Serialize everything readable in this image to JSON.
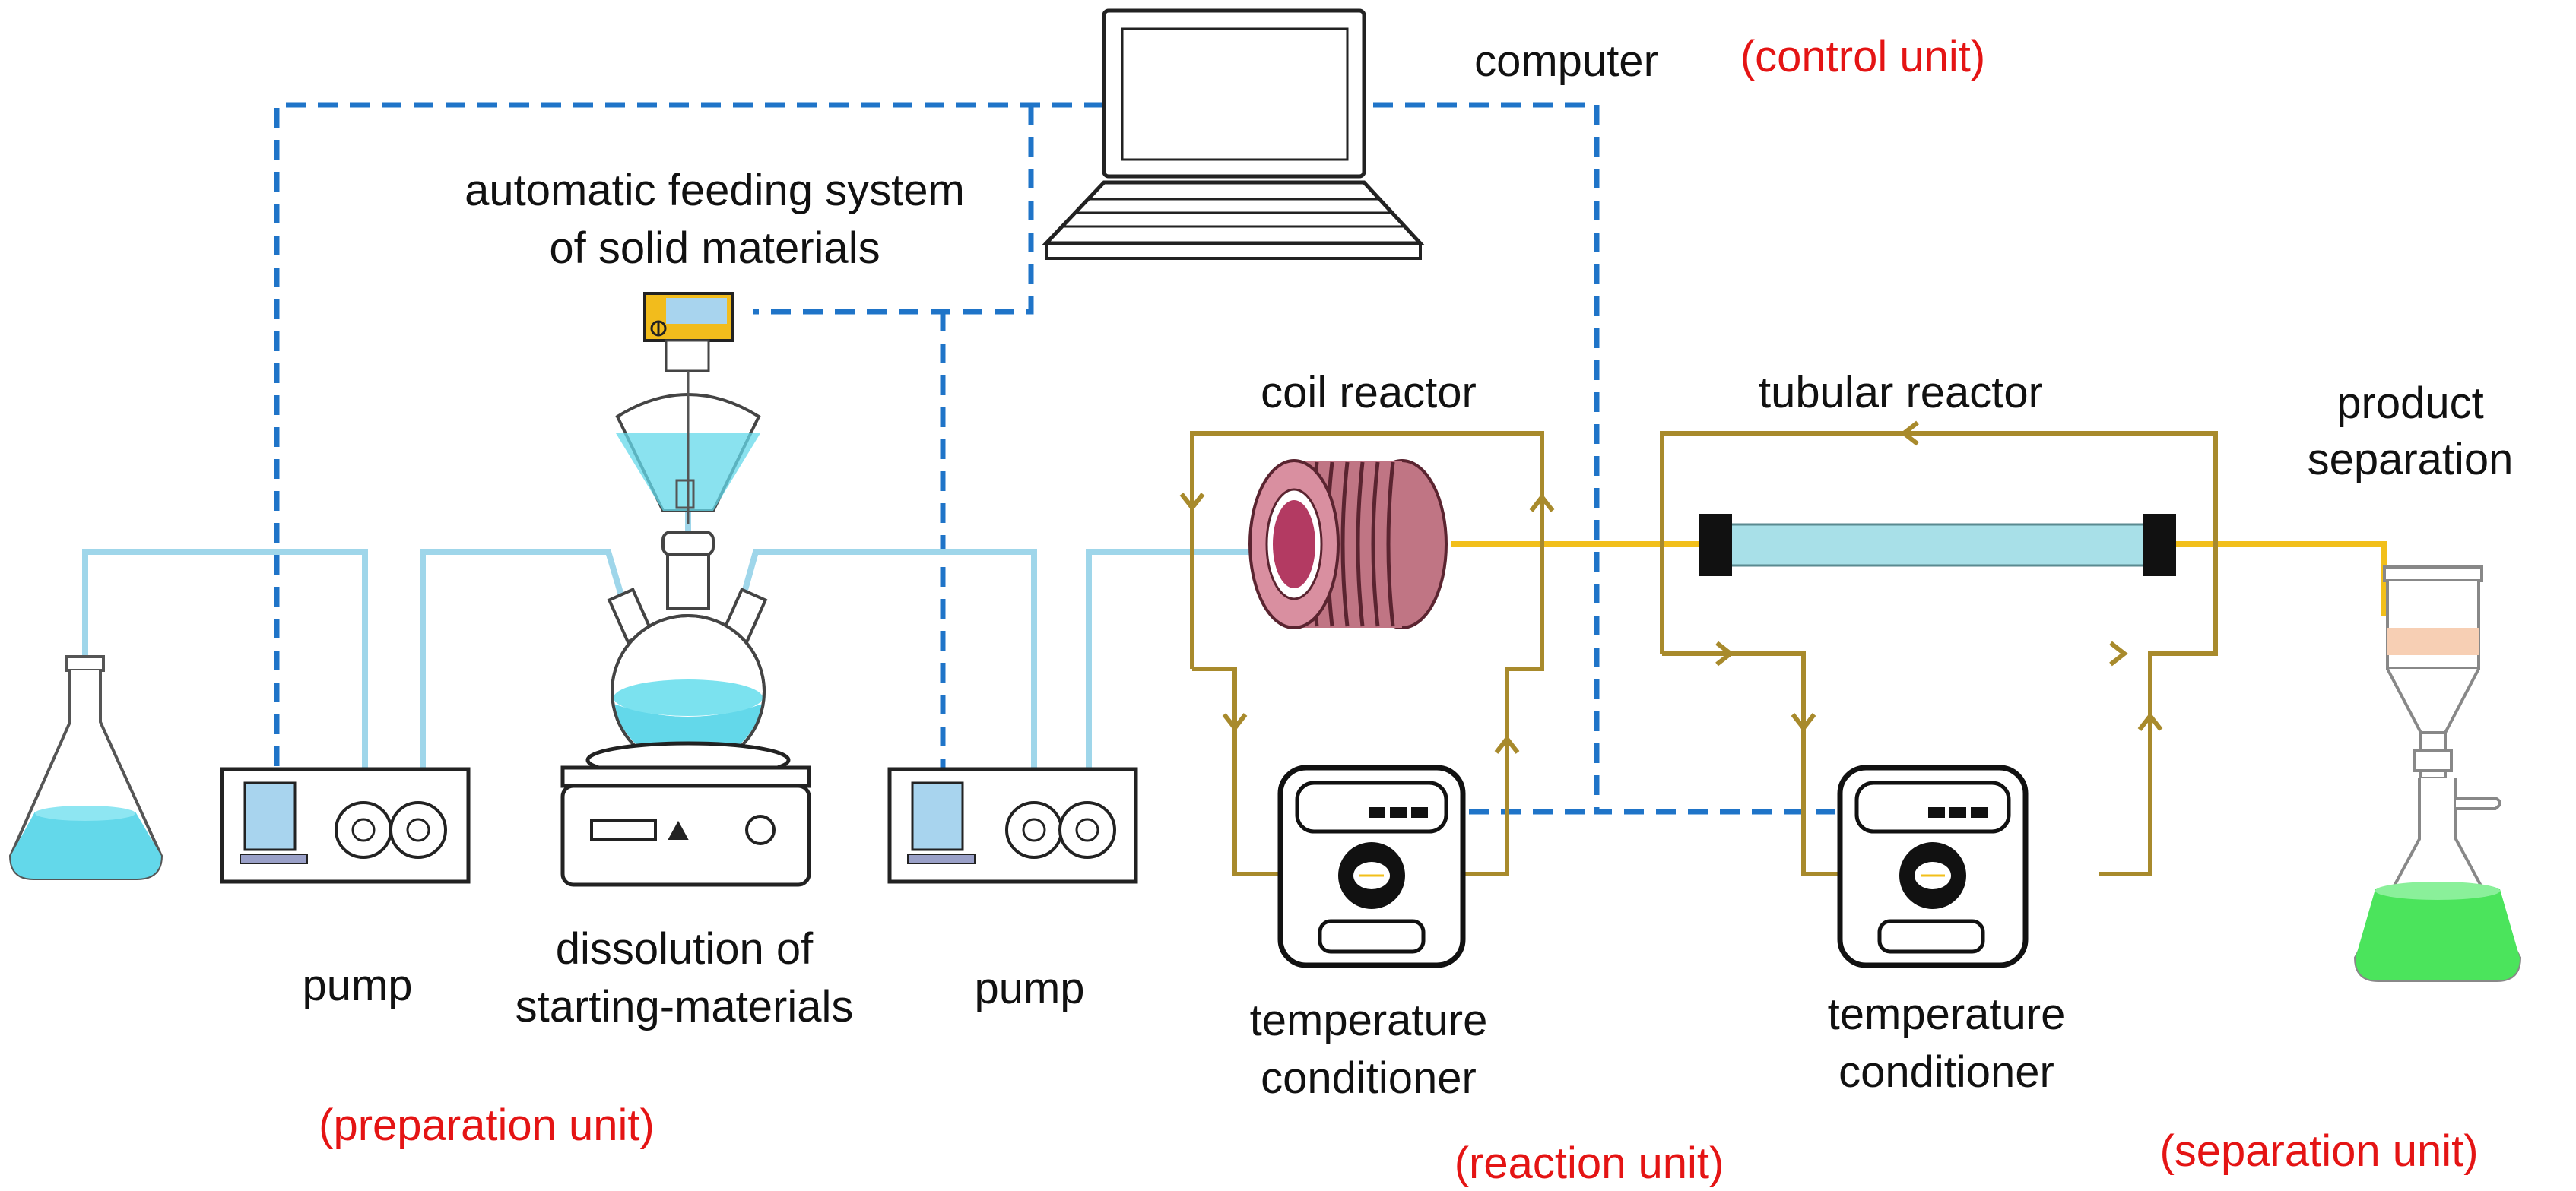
{
  "labels": {
    "computer": "computer",
    "control_unit": "(control unit)",
    "feeder_line1": "automatic feeding system",
    "feeder_line2": "of solid materials",
    "coil_reactor": "coil reactor",
    "tubular_reactor": "tubular reactor",
    "product_line1": "product",
    "product_line2": "separation",
    "pump_left": "pump",
    "dissolution_line1": "dissolution of",
    "dissolution_line2": "starting-materials",
    "pump_right": "pump",
    "temp_left_line1": "temperature",
    "temp_left_line2": "conditioner",
    "temp_right_line1": "temperature",
    "temp_right_line2": "conditioner",
    "preparation_unit": "(preparation unit)",
    "reaction_unit": "(reaction unit)",
    "separation_unit": "(separation unit)"
  },
  "colors": {
    "control_line": "#1f74c8",
    "liquid_line": "#9fd6ea",
    "product_line": "#f2bf1a",
    "heating_loop": "#a88a2c",
    "unit_label": "#e41414",
    "liquid": "#63d8ea",
    "product_liquid": "#4be45c",
    "coil": "#c07584",
    "equipment_outline": "#222222"
  }
}
